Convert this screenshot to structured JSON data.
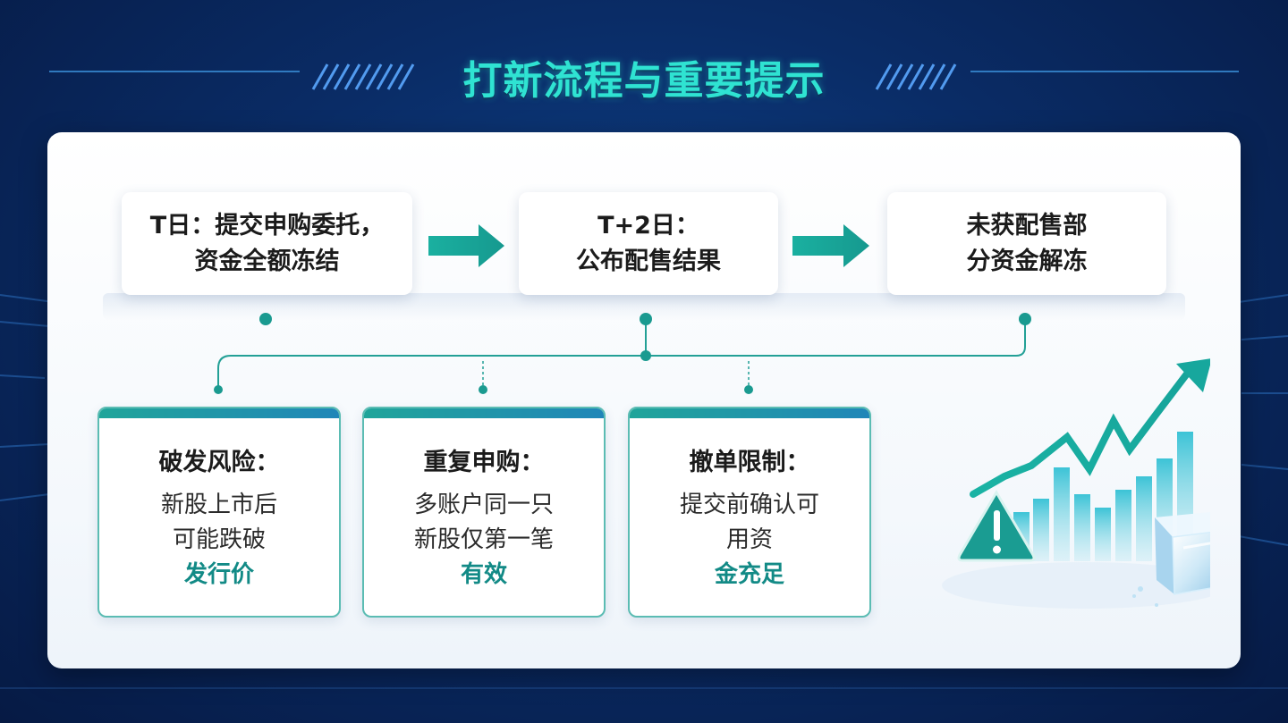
{
  "title": "打新流程与重要提示",
  "steps": [
    {
      "line1": "T日：提交申购委托，",
      "line2": "资金全额冻结"
    },
    {
      "line1": "T+2日：",
      "line2": "公布配售结果"
    },
    {
      "line1": "未获配售部",
      "line2": "分资金解冻"
    }
  ],
  "cards": [
    {
      "title": "破发风险：",
      "line1": "新股上市后",
      "line2": "可能跌破",
      "highlight": "发行价"
    },
    {
      "title": "重复申购：",
      "line1": "多账户同一只",
      "line2": "新股仅第一笔",
      "highlight": "有效"
    },
    {
      "title": "撤单限制：",
      "line1": "提交前确认可",
      "line2_plain": "用资",
      "line2_hl": "金充足"
    }
  ],
  "colors": {
    "accent": "#1fa59a",
    "title": "#2fe3d2",
    "background": "#0a2c66"
  },
  "icons": [
    "arrow-right-icon",
    "arrow-right-icon",
    "warning-triangle-icon",
    "rising-chart-icon",
    "ice-cube-icon"
  ]
}
